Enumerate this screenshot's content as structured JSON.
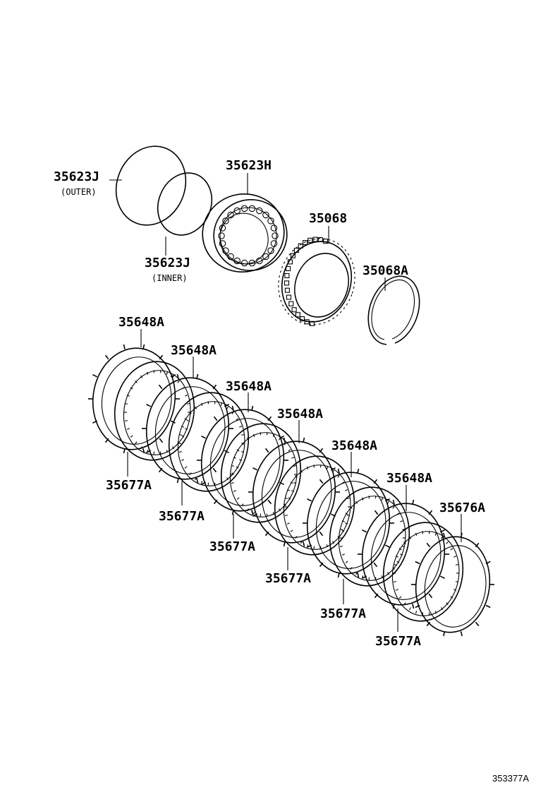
{
  "labels": {
    "p35623J_outer": "35623J",
    "p35623J_outer_note": "(OUTER)",
    "p35623J_inner": "35623J",
    "p35623J_inner_note": "(INNER)",
    "p35623H": "35623H",
    "p35068": "35068",
    "p35068A": "35068A",
    "p35648A_1": "35648A",
    "p35648A_2": "35648A",
    "p35648A_3": "35648A",
    "p35648A_4": "35648A",
    "p35648A_5": "35648A",
    "p35648A_6": "35648A",
    "p35677A_1": "35677A",
    "p35677A_2": "35677A",
    "p35677A_3": "35677A",
    "p35677A_4": "35677A",
    "p35677A_5": "35677A",
    "p35677A_6": "35677A",
    "p35676A": "35676A"
  },
  "diagram_ref": "353377A"
}
